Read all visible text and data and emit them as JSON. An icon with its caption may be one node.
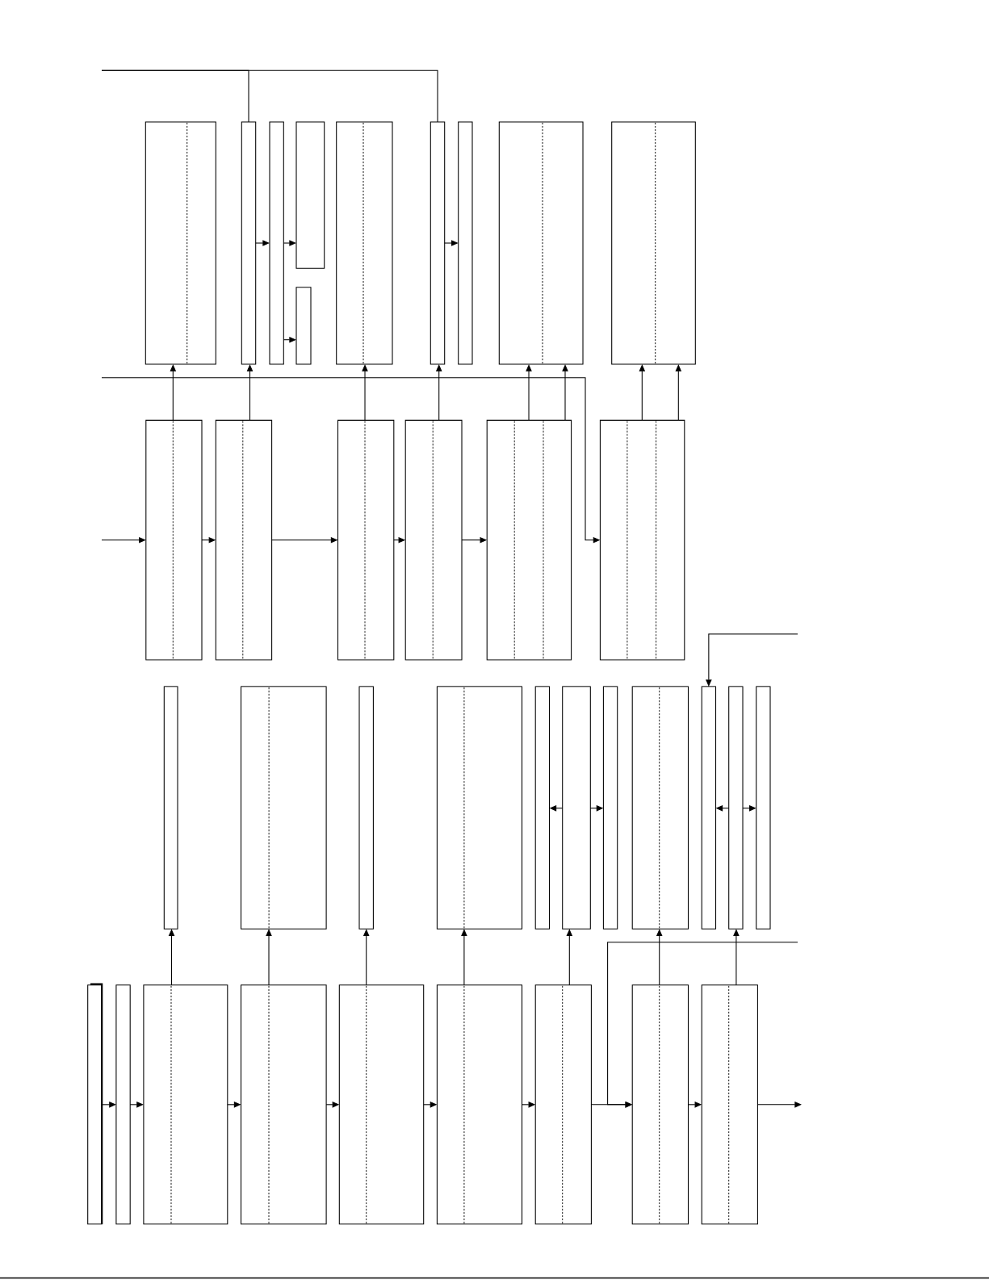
{
  "diagram": {
    "nodes": [
      {
        "text": [],
        "shape": "box"
      },
      {
        "text": [],
        "shape": "box"
      },
      {
        "text": [],
        "shape": "box"
      },
      {
        "text": [],
        "shape": "box"
      },
      {
        "text": [],
        "shape": "box"
      },
      {
        "text": [],
        "shape": "box"
      },
      {
        "text": [],
        "shape": "box"
      },
      {
        "text": [],
        "shape": "box"
      },
      {
        "text": [],
        "shape": "box"
      },
      {
        "text": [],
        "shape": "box"
      },
      {
        "text": [],
        "shape": "box"
      },
      {
        "text": [],
        "shape": "box"
      },
      {
        "text": [],
        "shape": "box"
      },
      {
        "text": [],
        "shape": "box"
      },
      {
        "text": [],
        "shape": "box"
      },
      {
        "text": [],
        "shape": "box"
      },
      {
        "text": [],
        "shape": "box"
      },
      {
        "text": [],
        "shape": "box"
      },
      {
        "text": [],
        "shape": "box"
      },
      {
        "text": [],
        "shape": "box"
      },
      {
        "text": [],
        "shape": "box"
      },
      {
        "text": [],
        "shape": "box"
      },
      {
        "text": [],
        "shape": "box"
      },
      {
        "text": [],
        "shape": "box"
      },
      {
        "text": [],
        "shape": "box"
      },
      {
        "text": [],
        "shape": "box"
      },
      {
        "text": [],
        "shape": "box"
      },
      {
        "text": [],
        "shape": "box"
      },
      {
        "text": [],
        "shape": "box"
      },
      {
        "text": [],
        "shape": "box"
      },
      {
        "text": [],
        "shape": "box"
      },
      {
        "text": [],
        "shape": "box"
      },
      {
        "text": [],
        "shape": "box"
      },
      {
        "text": [],
        "shape": "box"
      },
      {
        "text": [],
        "shape": "box"
      },
      {
        "text": [],
        "shape": "box"
      }
    ],
    "edges": [
      {
        "from": null,
        "to": 1,
        "arrow": "none"
      },
      {
        "from": null,
        "to": 6,
        "arrow": "none"
      },
      {
        "from": 1,
        "to": 2,
        "arrow": "to"
      },
      {
        "from": 2,
        "to": 3,
        "arrow": "to"
      },
      {
        "from": 2,
        "to": 4,
        "arrow": "to"
      },
      {
        "from": 6,
        "to": 7,
        "arrow": "to"
      },
      {
        "from": 10,
        "to": 0,
        "arrow": "to"
      },
      {
        "from": 11,
        "to": 1,
        "arrow": "to"
      },
      {
        "from": 12,
        "to": 5,
        "arrow": "to"
      },
      {
        "from": 13,
        "to": 6,
        "arrow": "to"
      },
      {
        "from": 14,
        "to": 8,
        "arrow": "to"
      },
      {
        "from": 14,
        "to": 8,
        "arrow": "to"
      },
      {
        "from": 15,
        "to": 9,
        "arrow": "to"
      },
      {
        "from": 15,
        "to": 9,
        "arrow": "to"
      },
      {
        "from": null,
        "to": 10,
        "arrow": "to"
      },
      {
        "from": 10,
        "to": 11,
        "arrow": "to"
      },
      {
        "from": 11,
        "to": 12,
        "arrow": "to"
      },
      {
        "from": 12,
        "to": 13,
        "arrow": "to"
      },
      {
        "from": 13,
        "to": 14,
        "arrow": "to"
      },
      {
        "from": null,
        "to": 15,
        "arrow": "to"
      },
      {
        "from": 21,
        "to": 20,
        "arrow": "to"
      },
      {
        "from": 21,
        "to": 22,
        "arrow": "to"
      },
      {
        "from": 25,
        "to": 24,
        "arrow": "to"
      },
      {
        "from": 25,
        "to": 26,
        "arrow": "to"
      },
      {
        "from": null,
        "to": 24,
        "arrow": "to"
      },
      {
        "from": 29,
        "to": 16,
        "arrow": "to"
      },
      {
        "from": 30,
        "to": 17,
        "arrow": "to"
      },
      {
        "from": 31,
        "to": 18,
        "arrow": "to"
      },
      {
        "from": 32,
        "to": 19,
        "arrow": "to"
      },
      {
        "from": 33,
        "to": 21,
        "arrow": "to"
      },
      {
        "from": 34,
        "to": 23,
        "arrow": "to"
      },
      {
        "from": 35,
        "to": 25,
        "arrow": "to"
      },
      {
        "from": 27,
        "to": 28,
        "arrow": "to"
      },
      {
        "from": 28,
        "to": 29,
        "arrow": "to"
      },
      {
        "from": 29,
        "to": 30,
        "arrow": "to"
      },
      {
        "from": 30,
        "to": 31,
        "arrow": "to"
      },
      {
        "from": 31,
        "to": 32,
        "arrow": "to"
      },
      {
        "from": 32,
        "to": 33,
        "arrow": "to"
      },
      {
        "from": 33,
        "to": 34,
        "arrow": "to"
      },
      {
        "from": 34,
        "to": 35,
        "arrow": "to"
      },
      {
        "from": 35,
        "to": null,
        "arrow": "to"
      },
      {
        "from": null,
        "to": 34,
        "arrow": "to"
      }
    ]
  }
}
